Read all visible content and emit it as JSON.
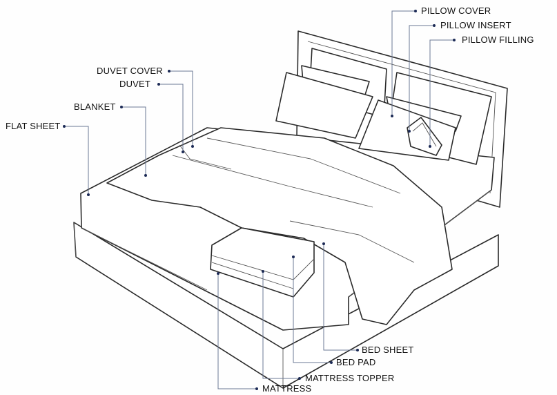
{
  "title": "Bed anatomy diagram",
  "colors": {
    "leader_line": "#6b7894",
    "leader_dot": "#1c2a55",
    "label_text": "#111111"
  },
  "labels": {
    "pillow_cover": "PILLOW COVER",
    "pillow_insert": "PILLOW INSERT",
    "pillow_filling": "PILLOW FILLING",
    "duvet_cover": "DUVET COVER",
    "duvet": "DUVET",
    "blanket": "BLANKET",
    "flat_sheet": "FLAT SHEET",
    "bed_sheet": "BED SHEET",
    "bed_pad": "BED PAD",
    "mattress_topper": "MATTRESS TOPPER",
    "mattress": "MATTRESS"
  }
}
